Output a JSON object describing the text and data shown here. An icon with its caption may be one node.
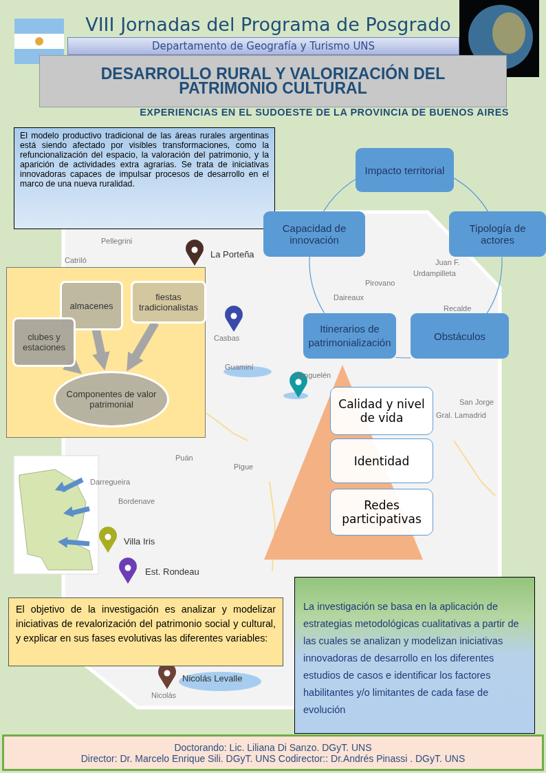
{
  "diagram": {
    "title": "VIII Jornadas del Programa de Posgrado",
    "nodes": [
      {
        "text": [
          "Departamento de Geografía y Turismo UNS"
        ]
      },
      {
        "text": [
          "DESARROLLO RURAL Y VALORIZACIÓN DEL PATRIMONIO CULTURAL"
        ]
      },
      {
        "text": [
          "El modelo productivo tradicional de las áreas rurales argentinas está siendo afectado por visibles transformaciones, como la refuncionalización del espacio, la valoración del patrimonio, y la aparición de actividades extra agrarias. Se trata de iniciativas innovadoras capaces de impulsar procesos de desarrollo en el marco de una nueva ruralidad."
        ]
      },
      {
        "text": [],
        "shape": "box"
      },
      {
        "text": [
          "almacenes"
        ],
        "in": 3
      },
      {
        "text": [
          "fiestas tradicionalistas"
        ],
        "in": 3
      },
      {
        "text": [
          "clubes y estaciones"
        ],
        "in": 3
      },
      {
        "text": [
          "Componentes de valor patrimonial"
        ],
        "in": 3
      },
      {
        "text": [
          "Impacto territorial"
        ]
      },
      {
        "text": [
          "Capacidad de innovación"
        ]
      },
      {
        "text": [
          "Tipología de actores"
        ]
      },
      {
        "text": [
          "Itinerarios de patrimonialización"
        ]
      },
      {
        "text": [
          "Obstáculos"
        ]
      },
      {
        "text": [],
        "shape": "triangle"
      },
      {
        "text": [
          "Calidad y nivel de vida"
        ]
      },
      {
        "text": [
          "Identidad"
        ]
      },
      {
        "text": [
          "Redes participativas"
        ]
      },
      {
        "text": [
          "El objetivo de la investigación es analizar y modelizar iniciativas de revalorización del patrimonio social y cultural, y explicar en sus fases evolutivas las diferentes variables:"
        ]
      },
      {
        "text": [
          "La investigación se basa en la aplicación de estrategias metodológicas cualitativas a partir de las cuales se analizan y modelizan iniciativas innovadoras de desarrollo en los diferentes estudios de casos e identificar los factores habilitantes y/o limitantes de cada fase de evolución"
        ]
      },
      {
        "text": [
          "Doctorando: Lic. Liliana Di Sanzo. DGyT. UNS",
          "Director: Dr. Marcelo Enrique Sili.  DGyT. UNS Codirector:: Dr.Andrés Pinassi . DGyT. UNS"
        ]
      }
    ],
    "edges": [
      {
        "from": 6,
        "to": 7,
        "arrow": "to",
        "style": "thick",
        "color": "#a6a6a6"
      },
      {
        "from": 4,
        "to": 7,
        "arrow": "to",
        "style": "thick",
        "color": "#a6a6a6"
      },
      {
        "from": 5,
        "to": 7,
        "arrow": "to",
        "style": "thick",
        "color": "#a6a6a6"
      },
      {
        "from": 8,
        "to": 10,
        "arrow": "none"
      },
      {
        "from": 10,
        "to": 12,
        "arrow": "none"
      },
      {
        "from": 12,
        "to": 11,
        "arrow": "none"
      },
      {
        "from": 11,
        "to": 9,
        "arrow": "none"
      },
      {
        "from": 9,
        "to": 8,
        "arrow": "none"
      }
    ],
    "labels": [
      "EXPERIENCIAS  EN EL SUDOESTE DE LA PROVINCIA  DE BUENOS AIRES",
      "Pellegrini",
      "La Porteña",
      "Catriló",
      "Juan F.",
      "Urdampilleta",
      "Pirovano",
      "Daireaux",
      "Recalde",
      "Casbas",
      "Guaminí",
      "Hanguelén",
      "Gral. Lamadrid",
      "San Jorge",
      "Puán",
      "Pigue",
      "Darregueira",
      "Bordenave",
      "Villa Iris",
      "Est. Rondeau",
      "Nicolás Levalle",
      "Nicolás"
    ]
  }
}
